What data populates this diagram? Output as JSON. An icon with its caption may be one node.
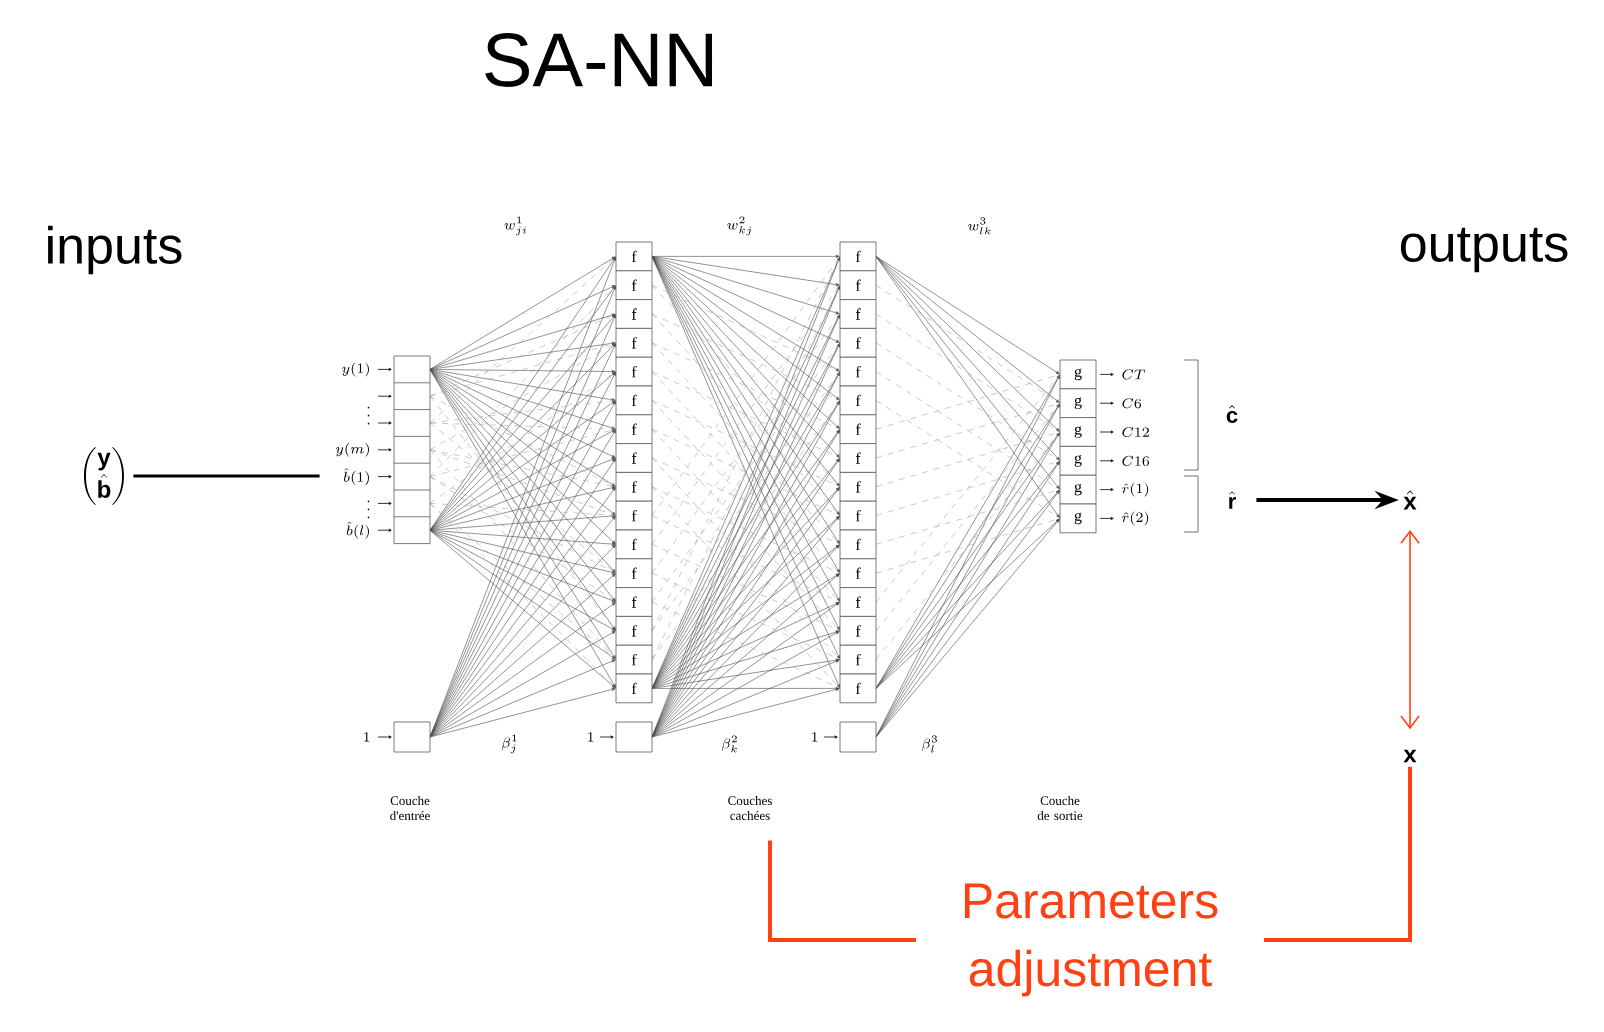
{
  "diagram": {
    "title": "SA-NN",
    "nodes": [
      {
        "text": [
          "\\begin{pmatrix}\\mathbf{y}\\\\ \\hat{\\mathbf{b}}\\end{pmatrix}"
        ]
      },
      {
        "text": [],
        "shape": "picture"
      },
      {
        "text": [
          "\\hat{\\mathbf{x}}"
        ]
      },
      {
        "text": [
          "\\mathbf{x}"
        ]
      }
    ],
    "edges": [
      {
        "from": 0,
        "to": 1,
        "arrow": "none"
      },
      {
        "from": 1,
        "to": 2,
        "arrow": "to"
      },
      {
        "from": 2,
        "to": 3,
        "arrow": "both",
        "color": "#ff4013"
      },
      {
        "from": 3,
        "to": 1,
        "arrow": "none",
        "color": "#ff4013",
        "label": "Parameters adjustment"
      }
    ],
    "labels": [
      "inputs",
      "outputs",
      "w^{1}_{ji}",
      "w^{2}_{kj}",
      "w^{3}_{lk}",
      "y(1)",
      "\\vdots",
      "y(m)",
      "\\hat{b}(1)",
      "\\vdots",
      "\\hat{b}(l)",
      "f",
      "f",
      "f",
      "f",
      "f",
      "f",
      "f",
      "f",
      "f",
      "f",
      "f",
      "f",
      "f",
      "f",
      "f",
      "f",
      "f",
      "f",
      "f",
      "f",
      "f",
      "f",
      "f",
      "f",
      "f",
      "f",
      "f",
      "f",
      "f",
      "f",
      "f",
      "f",
      "g",
      "g",
      "g",
      "g",
      "g",
      "g",
      "CT",
      "C6",
      "C12",
      "C16",
      "\\hat{r}(1)",
      "\\hat{r}(2)",
      "\\hat{\\mathbf{c}}",
      "\\hat{\\mathbf{r}}",
      "1",
      "\\beta^{1}_{j}",
      "1",
      "\\beta^{2}_{k}",
      "1",
      "\\beta^{3}_{l}",
      "Couche d'entrée",
      "Couches cachées",
      "Couche de sortie"
    ]
  }
}
